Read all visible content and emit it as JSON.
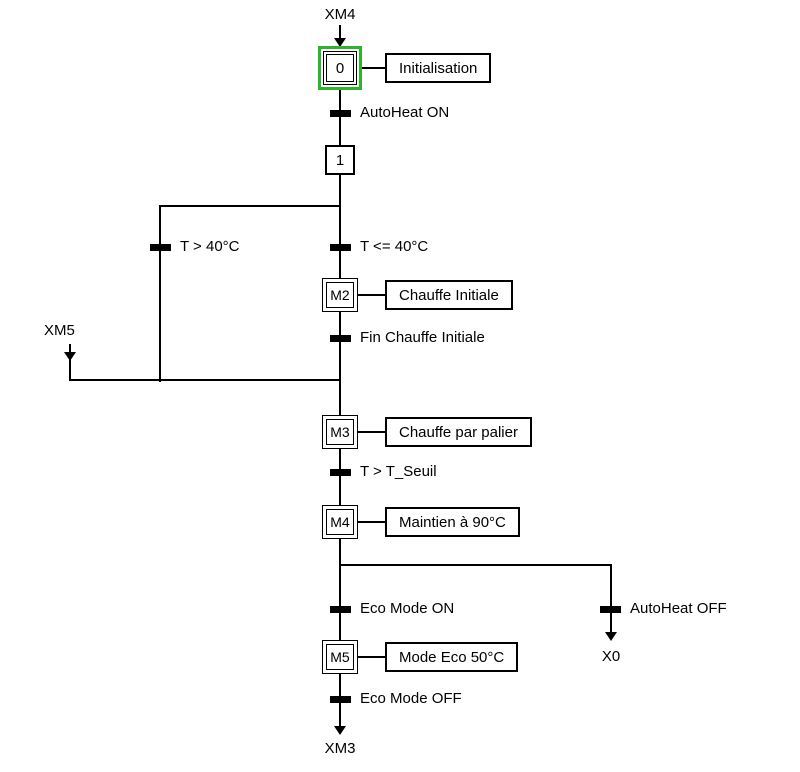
{
  "diagram": {
    "jumps": {
      "entry_top": "XM4",
      "entry_left": "XM5",
      "exit_bottom": "XM3",
      "exit_right": "X0"
    },
    "steps": {
      "s0": {
        "label": "0",
        "action": "Initialisation"
      },
      "s1": {
        "label": "1"
      },
      "m2": {
        "label": "M2",
        "action": "Chauffe Initiale"
      },
      "m3": {
        "label": "M3",
        "action": "Chauffe par palier"
      },
      "m4": {
        "label": "M4",
        "action": "Maintien à 90°C"
      },
      "m5": {
        "label": "M5",
        "action": "Mode Eco 50°C"
      }
    },
    "transitions": {
      "autoheat_on": "AutoHeat ON",
      "t_gt_40": "T > 40°C",
      "t_le_40": "T <= 40°C",
      "fin_chauffe": "Fin Chauffe Initiale",
      "t_gt_seuil": "T > T_Seuil",
      "eco_on": "Eco Mode ON",
      "autoheat_off": "AutoHeat OFF",
      "eco_off": "Eco Mode OFF"
    },
    "colors": {
      "active_step_highlight": "#2cb52c",
      "line": "#000000"
    }
  }
}
